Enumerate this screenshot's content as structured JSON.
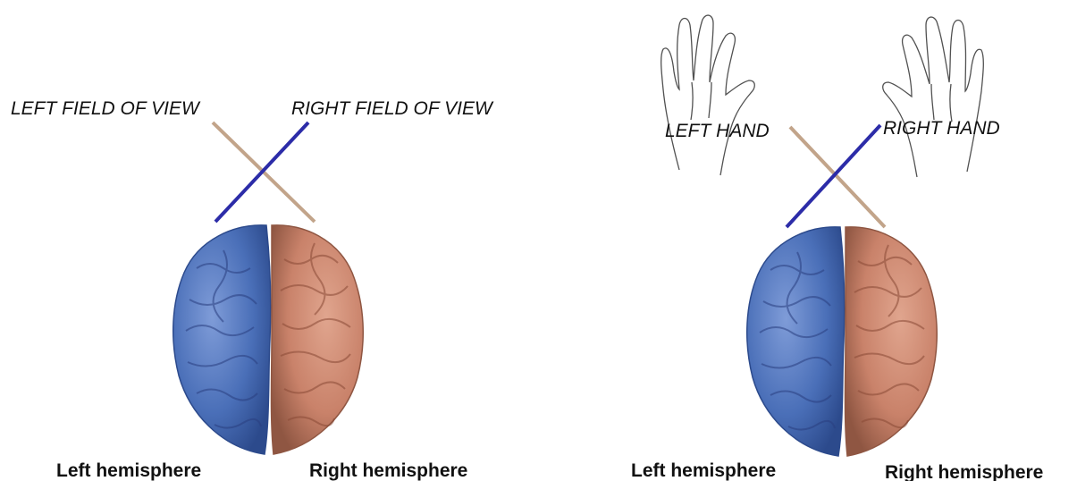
{
  "left_panel": {
    "field_left_label": "LEFT FIELD OF VIEW",
    "field_right_label": "RIGHT FIELD OF VIEW",
    "hemisphere_left_label": "Left hemisphere",
    "hemisphere_right_label": "Right hemisphere"
  },
  "right_panel": {
    "hand_left_label": "LEFT HAND",
    "hand_right_label": "RIGHT HAND",
    "hemisphere_left_label": "Left hemisphere",
    "hemisphere_right_label": "Right hemisphere"
  },
  "colors": {
    "left_hemisphere": "#4a6fb8",
    "right_hemisphere": "#c9826a",
    "blue_pathway": "#2c2ca8",
    "tan_pathway": "#c2a48a"
  }
}
